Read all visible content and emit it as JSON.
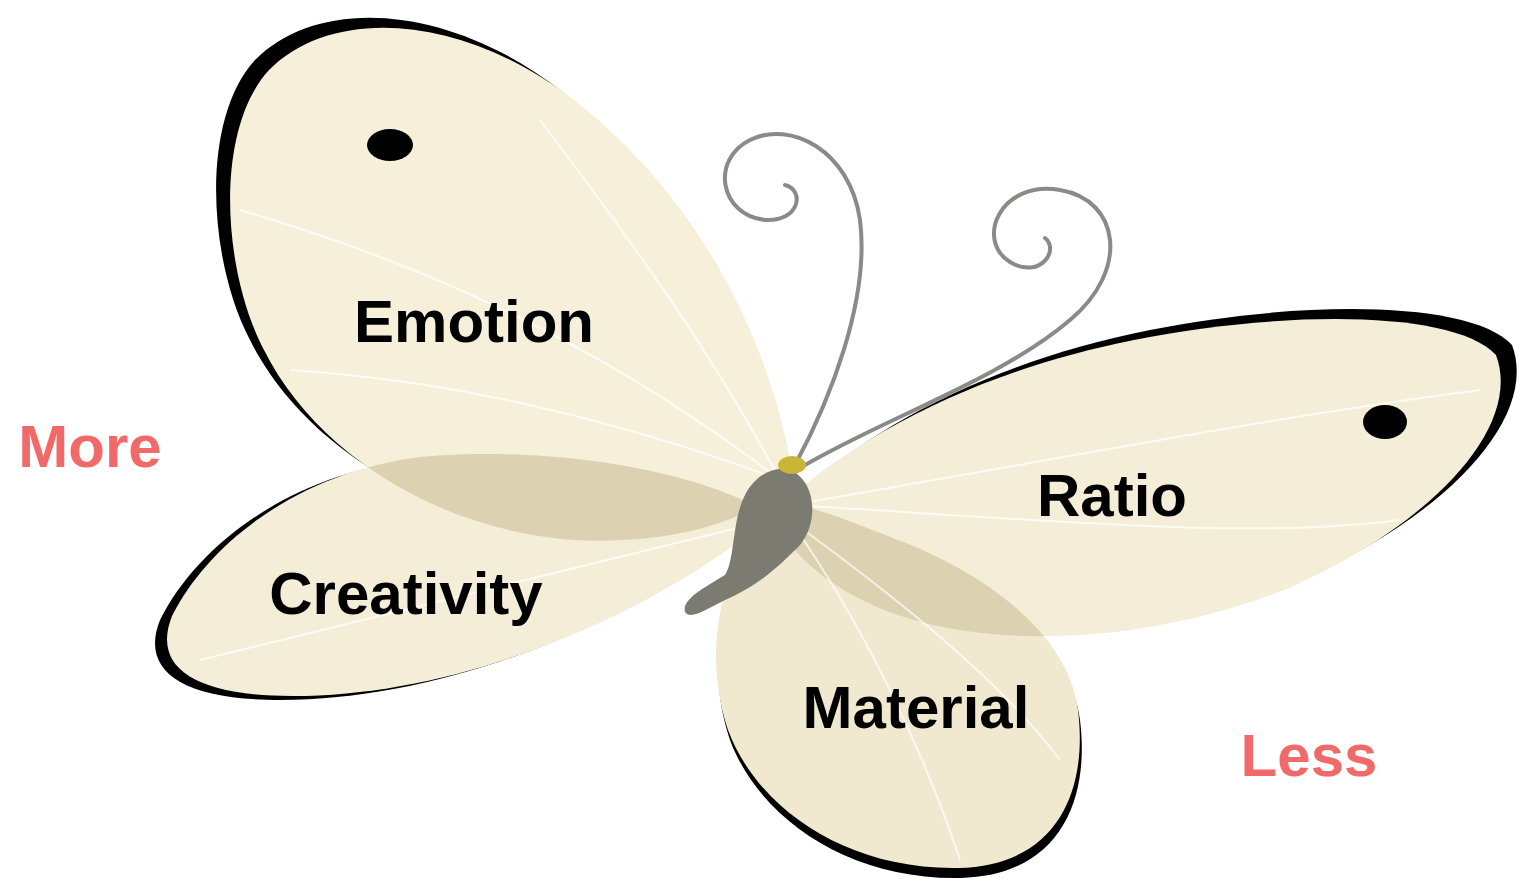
{
  "diagram": {
    "nodes": [
      {
        "text": [
          "Emotion"
        ]
      },
      {
        "text": [
          "Ratio"
        ]
      },
      {
        "text": [
          "Creativity"
        ]
      },
      {
        "text": [
          "Material"
        ]
      }
    ],
    "labels": [
      "More",
      "Less"
    ]
  }
}
